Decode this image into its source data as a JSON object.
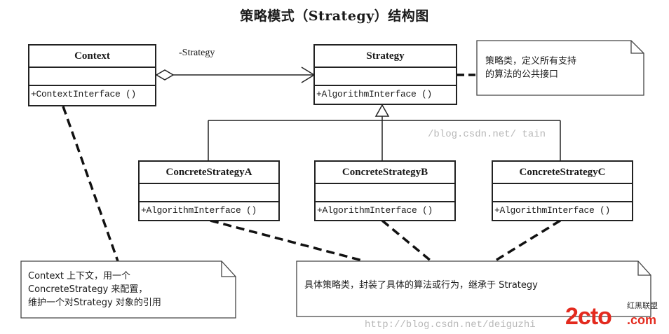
{
  "title": "策略模式（Strategy）结构图",
  "association": {
    "label": "-Strategy"
  },
  "classes": {
    "context": {
      "name": "Context",
      "operation": "+ContextInterface ()"
    },
    "strategy": {
      "name": "Strategy",
      "operation": "+AlgorithmInterface ()"
    },
    "concrete_a": {
      "name": "ConcreteStrategyA",
      "operation": "+AlgorithmInterface ()"
    },
    "concrete_b": {
      "name": "ConcreteStrategyB",
      "operation": "+AlgorithmInterface ()"
    },
    "concrete_c": {
      "name": "ConcreteStrategyC",
      "operation": "+AlgorithmInterface ()"
    }
  },
  "notes": {
    "strategy": {
      "lines": [
        "策略类，定义所有支持",
        "的算法的公共接口"
      ]
    },
    "context": {
      "lines": [
        "Context 上下文，用一个",
        "ConcreteStrategy 来配置，",
        "维护一个对Strategy 对象的引用"
      ]
    },
    "concrete": {
      "lines": [
        "具体策略类，封装了具体的算法或行为，继承于 Strategy"
      ]
    }
  },
  "watermarks": {
    "middle": "/blog.csdn.net/               tain",
    "bottom": "http://blog.csdn.net/deiguzhi"
  },
  "logo": {
    "main": "2cto",
    "cn": "红黑联盟",
    "com": ".com"
  },
  "colors": {
    "line": "#222222",
    "logo_red": "#e32a1e",
    "watermark": "#b8b8b8"
  }
}
